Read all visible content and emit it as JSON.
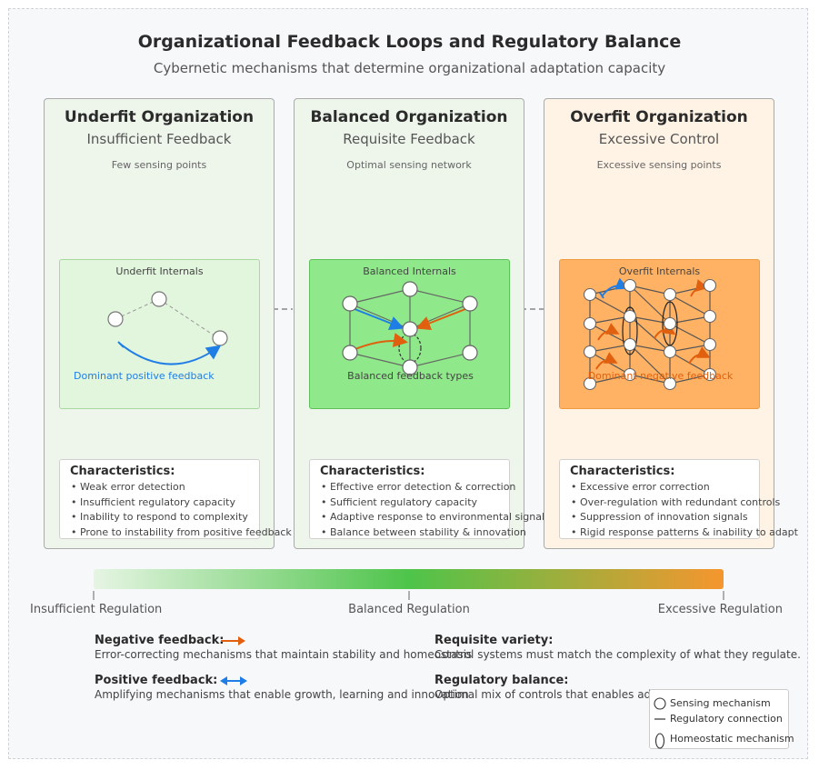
{
  "header": {
    "title": "Organizational Feedback Loops and Regulatory Balance",
    "subtitle": "Cybernetic mechanisms that determine organizational adaptation capacity"
  },
  "panels": [
    {
      "title": "Underfit Organization",
      "subtitle": "Insufficient Feedback",
      "note": "Few sensing points",
      "internals_label": "Underfit Internals",
      "feedback_label": "Dominant positive feedback",
      "characteristics_title": "Characteristics:",
      "characteristics": [
        "• Weak error detection",
        "• Insufficient regulatory capacity",
        "• Inability to respond to complexity",
        "• Prone to instability from positive feedback"
      ],
      "panel_bg": "#eef6ec",
      "inner_bg": "#e2f5dd",
      "inner_border": "#a9d7a0"
    },
    {
      "title": "Balanced Organization",
      "subtitle": "Requisite Feedback",
      "note": "Optimal sensing network",
      "internals_label": "Balanced Internals",
      "feedback_label": "Balanced feedback types",
      "characteristics_title": "Characteristics:",
      "characteristics": [
        "• Effective error detection & correction",
        "• Sufficient regulatory capacity",
        "• Adaptive response to environmental signals",
        "• Balance between stability & innovation"
      ],
      "panel_bg": "#eef6ec",
      "inner_bg": "#8fe889",
      "inner_border": "#5cc255"
    },
    {
      "title": "Overfit Organization",
      "subtitle": "Excessive Control",
      "note": "Excessive sensing points",
      "internals_label": "Overfit Internals",
      "feedback_label": "Dominant negative feedback",
      "characteristics_title": "Characteristics:",
      "characteristics": [
        "• Excessive error correction",
        "• Over-regulation with redundant controls",
        "• Suppression of innovation signals",
        "• Rigid response patterns & inability to adapt"
      ],
      "panel_bg": "#fff3e6",
      "inner_bg": "#ffb264",
      "inner_border": "#f0993e"
    }
  ],
  "scale": {
    "left": "Insufficient Regulation",
    "center": "Balanced Regulation",
    "right": "Excessive Regulation",
    "gradient": [
      "#e6f5e3",
      "#4ec44a",
      "#f5962e"
    ]
  },
  "legend": {
    "negative_title": "Negative feedback:",
    "negative_text": "Error-correcting mechanisms that maintain stability and homeostasis",
    "positive_title": "Positive feedback:",
    "positive_text": "Amplifying mechanisms that enable growth, learning and innovation",
    "variety_title": "Requisite variety:",
    "variety_text": "Control systems must match the complexity of what they regulate.",
    "balance_title": "Regulatory balance:",
    "balance_text": "Optimal mix of controls that enables adaptation"
  },
  "key": {
    "sensing": "Sensing mechanism",
    "connection": "Regulatory connection",
    "homeostatic": "Homeostatic mechanism"
  },
  "colors": {
    "negative_arrow": "#e0600f",
    "positive_arrow": "#1f7ee6",
    "text_blue": "#1f7ee6",
    "text_orange": "#e0600f"
  }
}
